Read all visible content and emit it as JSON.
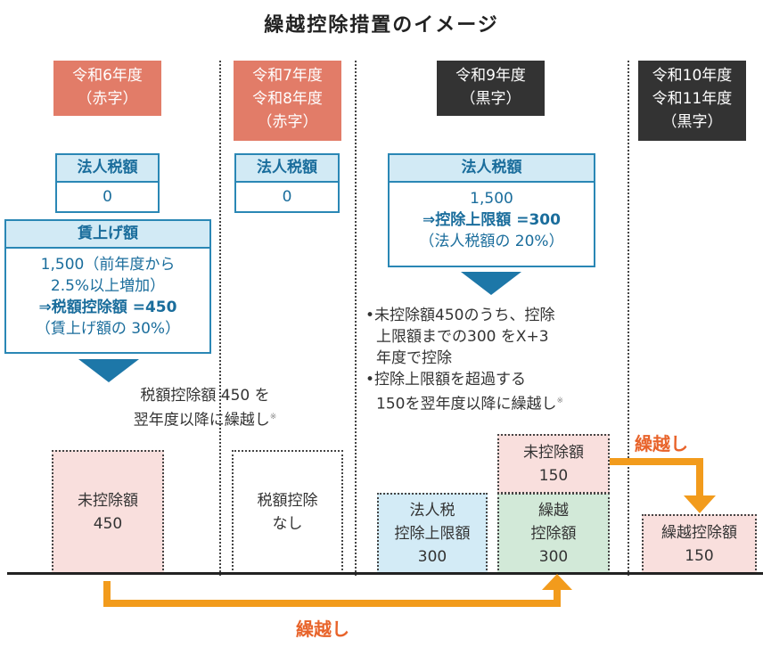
{
  "title": "繰越控除措置のイメージ",
  "years": [
    {
      "lines": [
        "令和6年度",
        "（赤字）"
      ]
    },
    {
      "lines": [
        "令和7年度",
        "令和8年度",
        "（赤字）"
      ]
    },
    {
      "lines": [
        "令和9年度",
        "（黒字）"
      ]
    },
    {
      "lines": [
        "令和10年度",
        "令和11年度",
        "（黒字）"
      ]
    }
  ],
  "tax_boxes": [
    {
      "header": "法人税額",
      "lines": [
        "0"
      ]
    },
    {
      "header": "法人税額",
      "lines": [
        "0"
      ]
    },
    {
      "header": "法人税額",
      "lines": [
        "1,500",
        "⇒控除上限額 =300",
        "（法人税額の 20%）"
      ]
    }
  ],
  "wage_box": {
    "header": "賃上げ額",
    "lines": [
      "1,500（前年度から",
      "2.5%以上増加）",
      "⇒税額控除額 =450",
      "（賃上げ額の 30%）"
    ]
  },
  "carry_note": {
    "lines": [
      "税額控除額 450 を",
      "翌年度以降に繰越し"
    ],
    "mark": "※"
  },
  "bullets": [
    {
      "lines": [
        "•未控除額450のうち、控除",
        "上限額までの300 をX+3",
        "年度で控除"
      ]
    },
    {
      "lines": [
        "•控除上限額を超過する",
        "150を翌年度以降に繰越し"
      ],
      "mark": "※"
    }
  ],
  "bars": [
    {
      "lines": [
        "未控除額",
        "450"
      ]
    },
    {
      "lines": [
        "税額控除",
        "なし"
      ]
    },
    {
      "lines": [
        "法人税",
        "控除上限額",
        "300"
      ]
    },
    {
      "lines": [
        "繰越",
        "控除額",
        "300"
      ]
    },
    {
      "lines": [
        "未控除額",
        "150"
      ]
    },
    {
      "lines": [
        "繰越控除額",
        "150"
      ]
    }
  ],
  "arrows": {
    "bottom_label": "繰越し",
    "top_label": "繰越し"
  },
  "colors": {
    "deficit": "#e27c68",
    "surplus": "#333333",
    "accent": "#2a87b5",
    "arrow": "#f29b1c"
  }
}
